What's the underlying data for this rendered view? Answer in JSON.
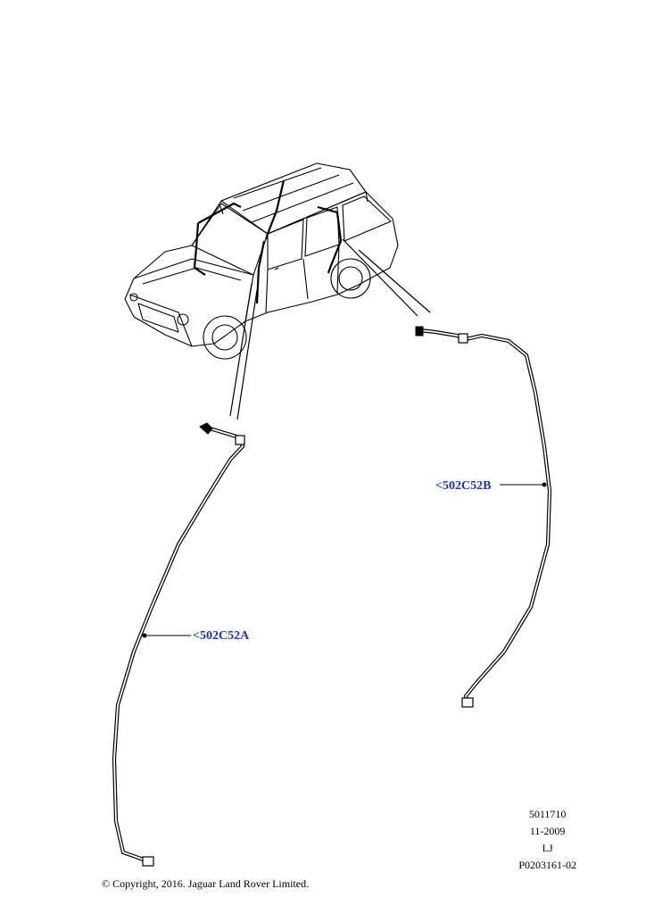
{
  "callouts": [
    {
      "id": "a",
      "label": "<502C52A"
    },
    {
      "id": "b",
      "label": "<502C52B"
    }
  ],
  "meta": {
    "part_no": "5011710",
    "date": "11-2009",
    "code": "LJ",
    "illustration_id": "P0203161-02"
  },
  "copyright": "© Copyright, 2016. Jaguar Land Rover Limited.",
  "colors": {
    "callout": "#1a33cc",
    "line": "#000000"
  }
}
